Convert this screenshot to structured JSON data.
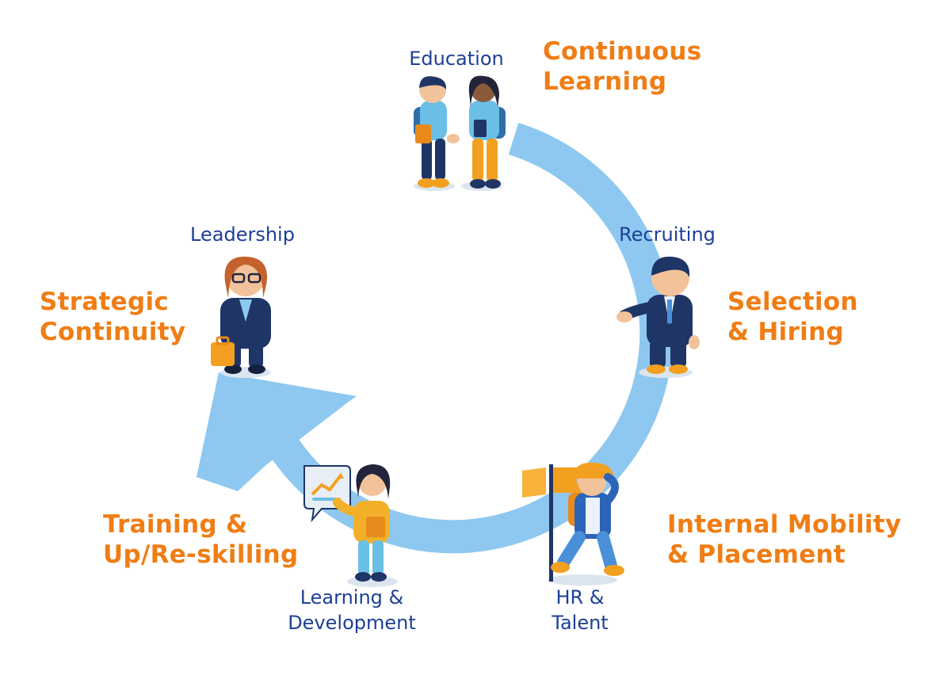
{
  "colors": {
    "cycle_arrow": "#8ec8f0",
    "stage_text": "#f07d14",
    "role_text": "#1d3f97"
  },
  "icons": [
    "students-handshake-icon",
    "recruiter-icon",
    "explorer-with-flag-icon",
    "teacher-with-chart-icon",
    "leader-with-briefcase-icon"
  ],
  "stages": {
    "continuous_learning": {
      "line1": "Continuous",
      "line2": "Learning",
      "role": "Education"
    },
    "selection_hiring": {
      "line1": "Selection",
      "line2": "& Hiring",
      "role": "Recruiting"
    },
    "internal_mobility": {
      "line1": "Internal Mobility",
      "line2": "& Placement",
      "role_line1": "HR &",
      "role_line2": "Talent"
    },
    "training": {
      "line1": "Training &",
      "line2": "Up/Re-skilling",
      "role_line1": "Learning &",
      "role_line2": "Development"
    },
    "strategic_continuity": {
      "line1": "Strategic",
      "line2": "Continuity",
      "role": "Leadership"
    }
  }
}
